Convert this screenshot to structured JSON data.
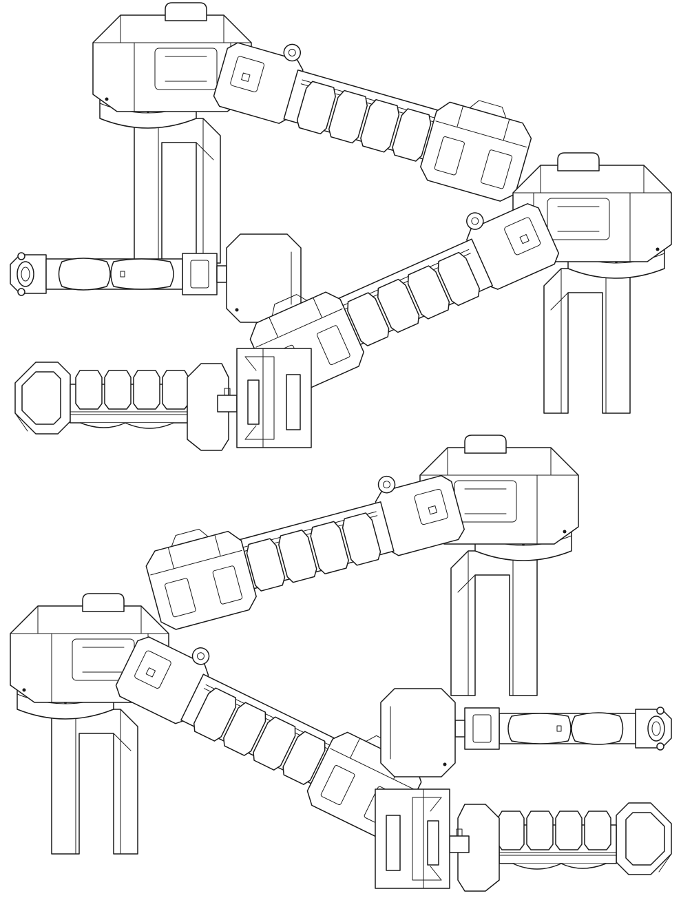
{
  "sheet": {
    "background": "#ffffff",
    "line_color": "#1a1a1a",
    "views": [
      "perspective-top-left",
      "top-view-1",
      "perspective-right-1",
      "side-view-1",
      "perspective-right-2",
      "perspective-left-2",
      "top-view-2",
      "side-view-2"
    ]
  }
}
